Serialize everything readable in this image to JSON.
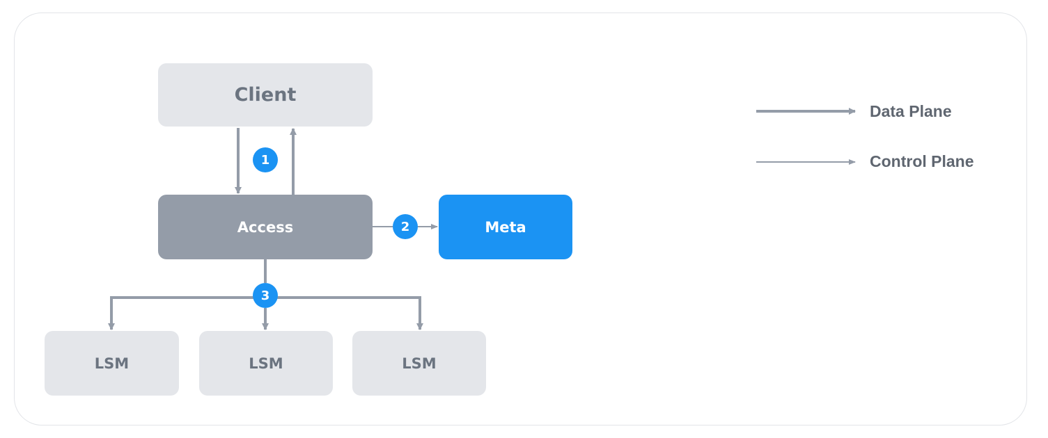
{
  "nodes": {
    "client": "Client",
    "access": "Access",
    "meta": "Meta",
    "lsm": [
      "LSM",
      "LSM",
      "LSM"
    ]
  },
  "steps": [
    "1",
    "2",
    "3"
  ],
  "legend": {
    "data_plane": "Data Plane",
    "control_plane": "Control Plane"
  },
  "colors": {
    "accent": "#1b93f3",
    "access_fill": "#949ca8",
    "light_fill": "#e4e6ea",
    "arrow": "#949ca8"
  }
}
